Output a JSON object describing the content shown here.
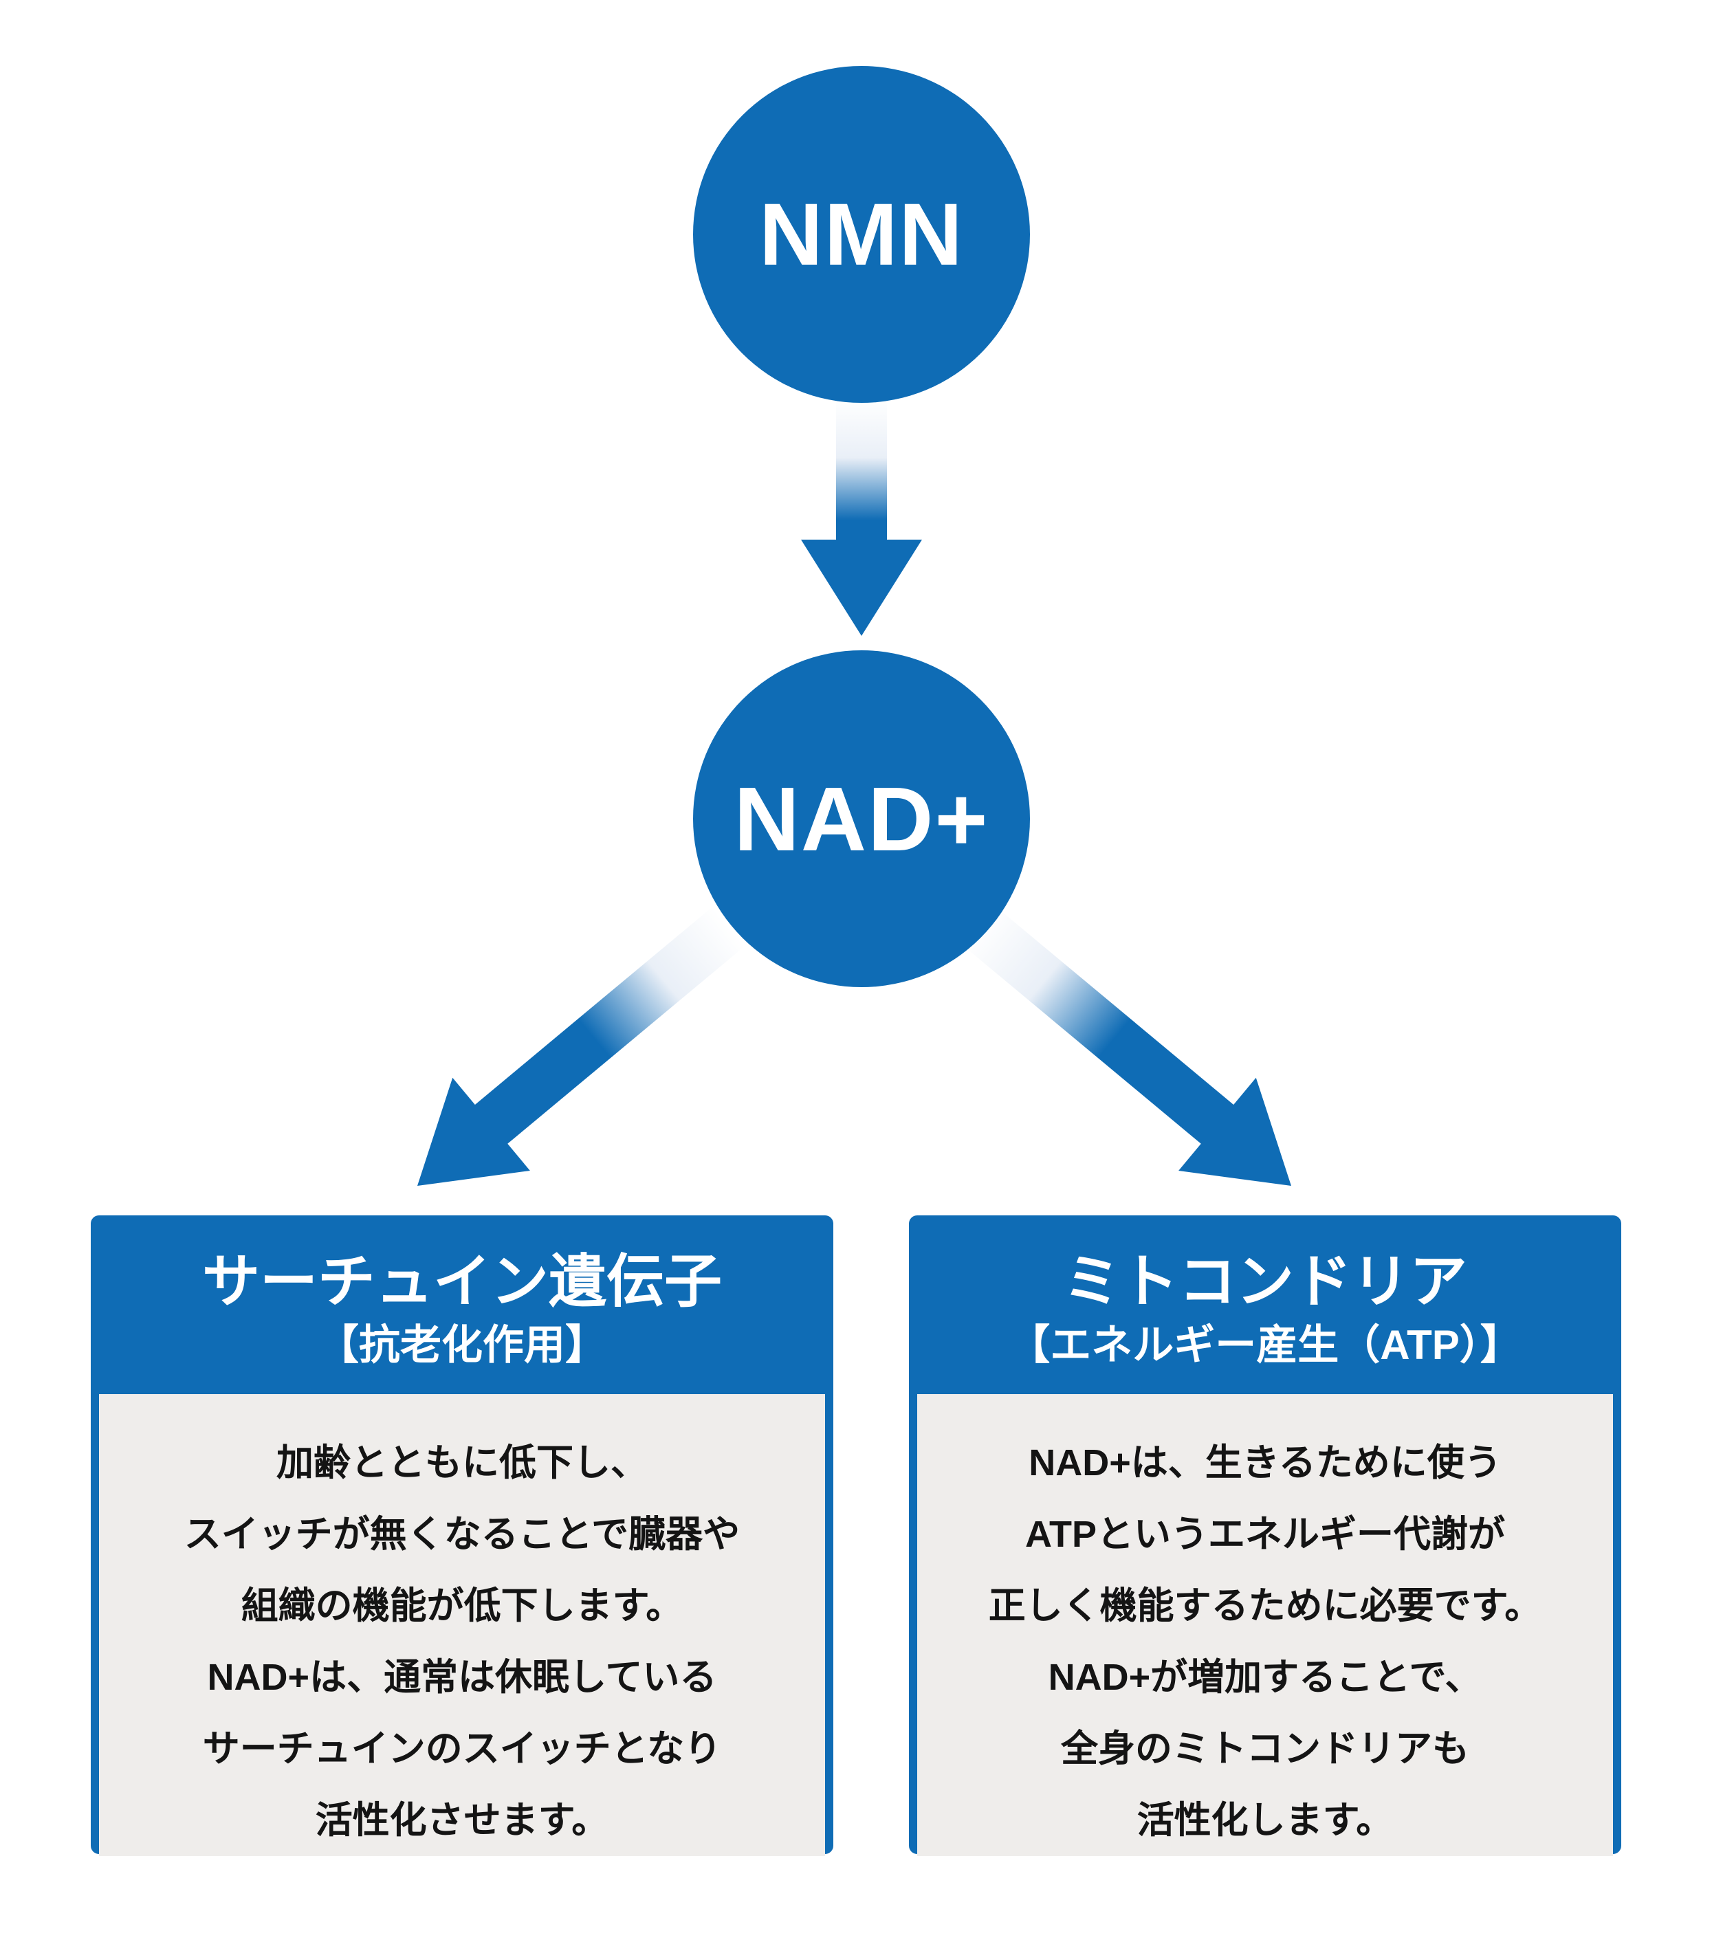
{
  "colors": {
    "accent": "#0f6cb5",
    "panel_bg": "#efedeb",
    "text": "#141414",
    "label": "#ffffff"
  },
  "nodes": {
    "nmn": {
      "label": "NMN"
    },
    "nad": {
      "label": "NAD+"
    }
  },
  "left_box": {
    "title": "サーチュイン遺伝子",
    "subtitle": "【抗老化作用】",
    "lines": [
      "加齢とともに低下し、",
      "スイッチが無くなることで臓器や",
      "組織の機能が低下します。",
      "NAD+は、通常は休眠している",
      "サーチュインのスイッチとなり",
      "活性化させます。"
    ]
  },
  "right_box": {
    "title": "ミトコンドリア",
    "subtitle": "【エネルギー産生（ATP）】",
    "lines": [
      "NAD+は、生きるために使う",
      "ATPというエネルギー代謝が",
      "正しく機能するために必要です。",
      "NAD+が増加することで、",
      "全身のミトコンドリアも",
      "活性化します。"
    ]
  }
}
